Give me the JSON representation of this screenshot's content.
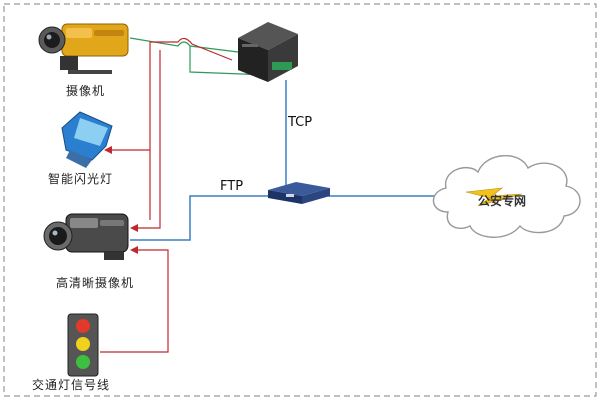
{
  "devices": {
    "camera_label": "摄像机",
    "flash_label": "智能闪光灯",
    "hd_camera_label": "高清晰摄像机",
    "traffic_light_label": "交通灯信号线",
    "cloud_label": "公安专网"
  },
  "links": {
    "tcp_label": "TCP",
    "ftp_label": "FTP"
  },
  "colors": {
    "data_line": "#3a7fc4",
    "signal_line": "#c0282f",
    "video_line": "#2f9a56",
    "border": "#9a9a9a"
  }
}
